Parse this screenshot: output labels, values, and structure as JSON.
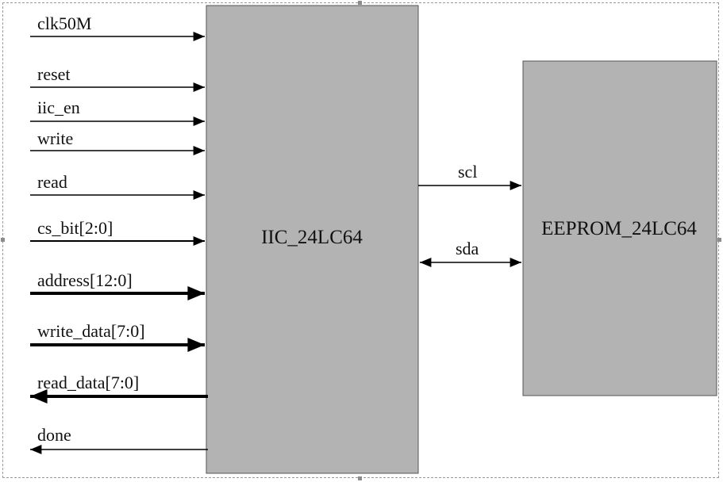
{
  "blocks": {
    "controller": "IIC_24LC64",
    "eeprom": "EEPROM_24LC64"
  },
  "colors": {
    "block_fill": "#b3b3b3",
    "line": "#000000",
    "frame": "#9a9a9a"
  },
  "inputs": [
    {
      "label": "clk50M",
      "bus": false
    },
    {
      "label": "reset",
      "bus": false
    },
    {
      "label": "iic_en",
      "bus": false
    },
    {
      "label": "write",
      "bus": false
    },
    {
      "label": "read",
      "bus": false
    },
    {
      "label": "cs_bit[2:0]",
      "bus": false
    },
    {
      "label": "address[12:0]",
      "bus": true
    },
    {
      "label": "write_data[7:0]",
      "bus": true
    }
  ],
  "outputs": [
    {
      "label": "read_data[7:0]",
      "bus": true
    },
    {
      "label": "done",
      "bus": false
    }
  ],
  "links": {
    "scl": "scl",
    "sda": "sda"
  }
}
